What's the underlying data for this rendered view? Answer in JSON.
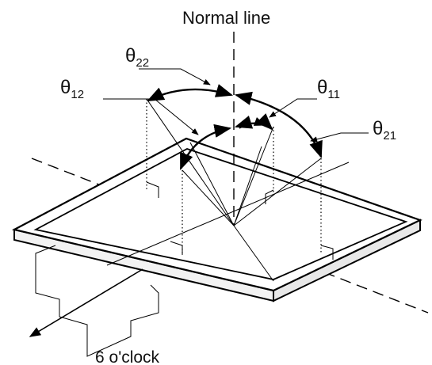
{
  "title": "Normal line",
  "direction_label": "6 o'clock",
  "angles": [
    {
      "symbol": "θ",
      "sub": "22"
    },
    {
      "symbol": "θ",
      "sub": "12"
    },
    {
      "symbol": "θ",
      "sub": "11"
    },
    {
      "symbol": "θ",
      "sub": "21"
    }
  ]
}
